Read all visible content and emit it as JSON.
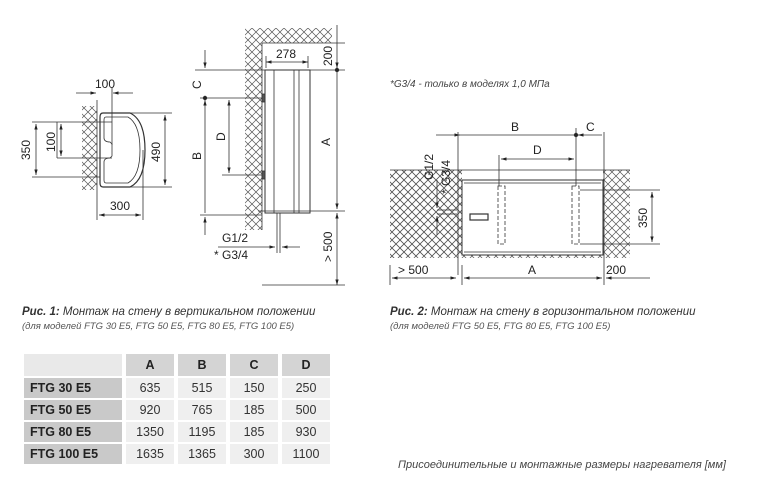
{
  "fig_top": {
    "dim_top": "100",
    "dim_left_outer": "350",
    "dim_left_inner": "100",
    "dim_right": "490",
    "dim_bottom": "300"
  },
  "fig1": {
    "dim_width": "278",
    "dim_top": "200",
    "label_a": "A",
    "label_b": "B",
    "label_c": "C",
    "label_d": "D",
    "dim_clear": "> 500",
    "pipe_1": "G1/2",
    "pipe_2": "* G3/4",
    "caption_prefix": "Рис. 1:",
    "caption": "Монтаж на стену в вертикальном положении",
    "subcaption": "(для моделей  FTG 30 E5, FTG 50 E5, FTG 80 E5, FTG 100 E5)"
  },
  "fig2": {
    "note": "*G3/4 - только в моделях 1,0 МПа",
    "label_a": "A",
    "label_b": "B",
    "label_c": "C",
    "label_d": "D",
    "dim_height": "350",
    "dim_clear": "> 500",
    "dim_right": "200",
    "pipe_1": "G1/2",
    "pipe_2": "* G3/4",
    "caption_prefix": "Рис. 2:",
    "caption": "Монтаж на стену в горизонтальном положении",
    "subcaption": "(для моделей  FTG 50 E5, FTG 80 E5, FTG 100 E5)"
  },
  "table": {
    "headers": [
      "A",
      "B",
      "C",
      "D"
    ],
    "rows": [
      {
        "model": "FTG 30 E5",
        "values": [
          "635",
          "515",
          "150",
          "250"
        ]
      },
      {
        "model": "FTG 50 E5",
        "values": [
          "920",
          "765",
          "185",
          "500"
        ]
      },
      {
        "model": "FTG 80 E5",
        "values": [
          "1350",
          "1195",
          "185",
          "930"
        ]
      },
      {
        "model": "FTG 100 E5",
        "values": [
          "1635",
          "1365",
          "300",
          "1100"
        ]
      }
    ]
  },
  "footer_caption": "Присоединительные и монтажные размеры нагревателя [мм]"
}
